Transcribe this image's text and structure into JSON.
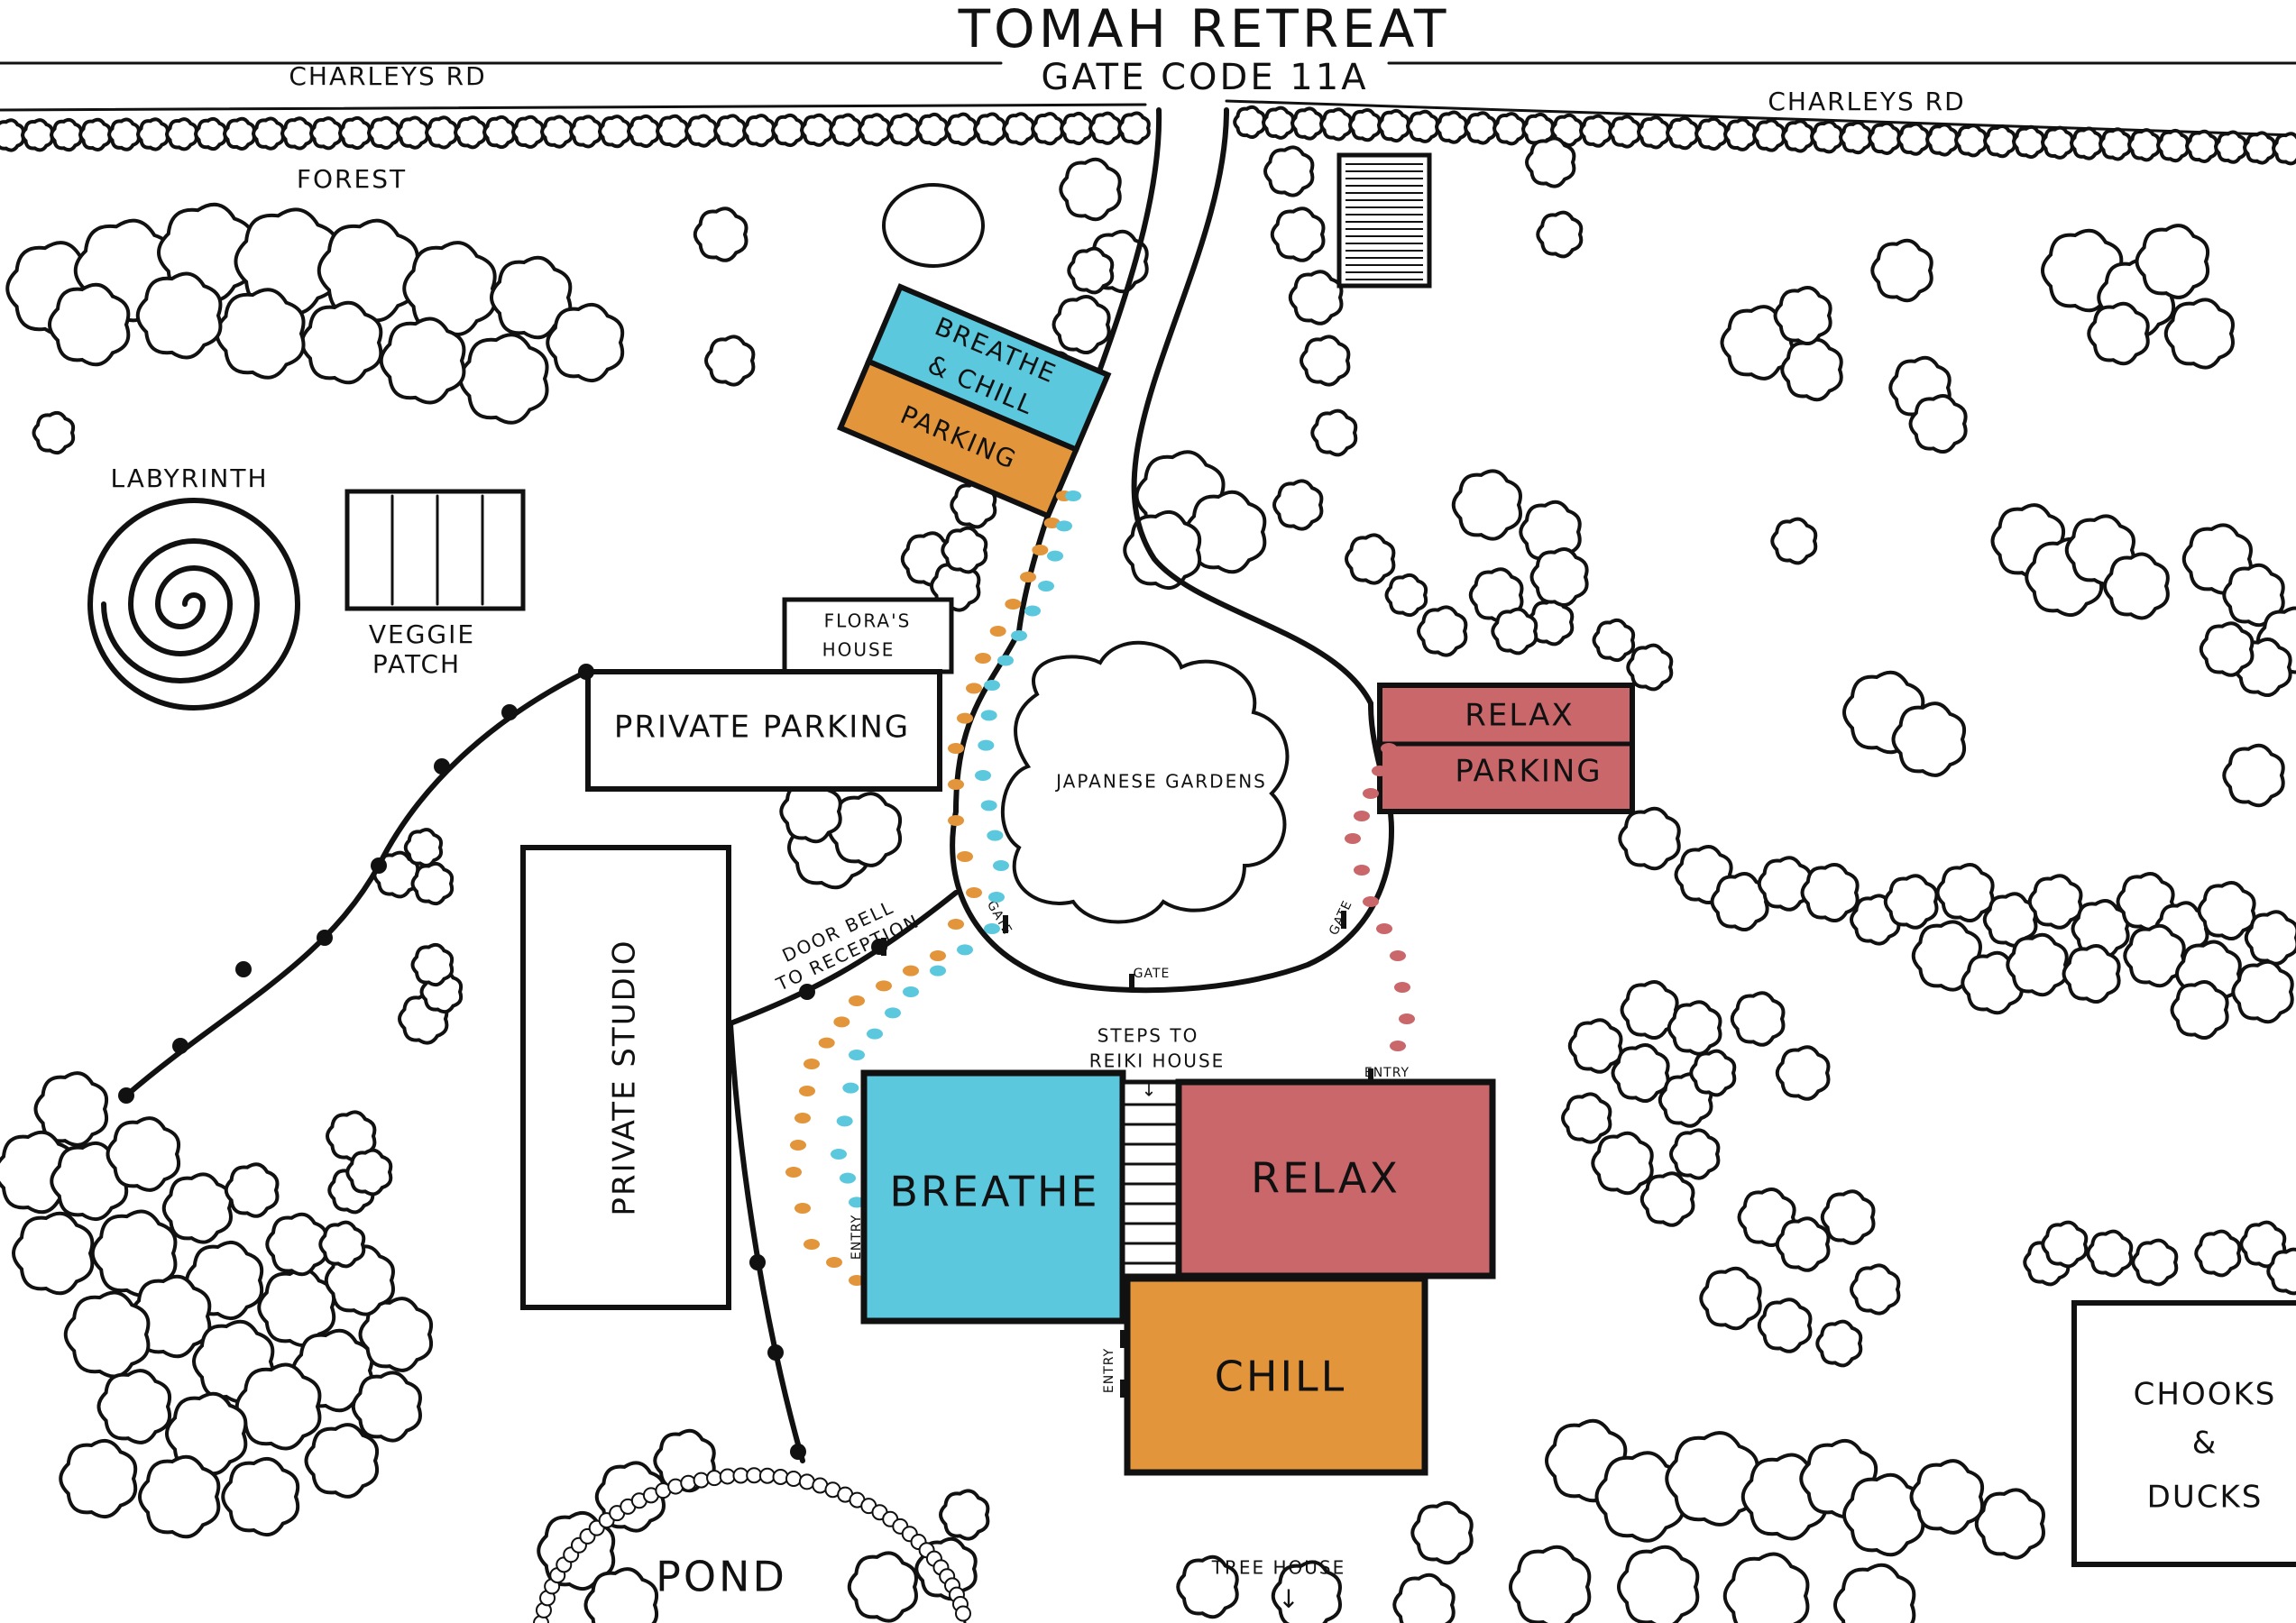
{
  "title": "TOMAH RETREAT",
  "gate_code": "GATE CODE 11A",
  "roads": {
    "left": "CHARLEYS RD",
    "right": "CHARLEYS RD"
  },
  "colors": {
    "breathe": "#5bc8dd",
    "relax": "#c9676b",
    "chill": "#e2953a",
    "ink": "#111111",
    "paper": "#ffffff"
  },
  "labels": {
    "forest": "FOREST",
    "labyrinth": "LABYRINTH",
    "veggie_patch_1": "VEGGIE",
    "veggie_patch_2": "PATCH",
    "floras_house_1": "FLORA'S",
    "floras_house_2": "HOUSE",
    "private_parking": "PRIVATE PARKING",
    "private_studio": "PRIVATE STUDIO",
    "japanese_gardens": "JAPANESE GARDENS",
    "breathe_chill_parking_1": "BREATHE",
    "breathe_chill_parking_2": "& CHILL",
    "breathe_chill_parking_3": "PARKING",
    "relax_parking_1": "RELAX",
    "relax_parking_2": "PARKING",
    "door_bell_1": "DOOR BELL",
    "door_bell_2": "TO RECEPTION",
    "gate": "GATE",
    "steps_1": "STEPS TO",
    "steps_2": "REIKI HOUSE",
    "entry": "ENTRY",
    "breathe": "BREATHE",
    "relax": "RELAX",
    "chill": "CHILL",
    "chooks_1": "CHOOKS",
    "chooks_2": "&",
    "chooks_3": "DUCKS",
    "pond": "POND",
    "tree_house": "TREE HOUSE",
    "tree_house_arrow": "↓",
    "steps_arrow": "↓"
  }
}
